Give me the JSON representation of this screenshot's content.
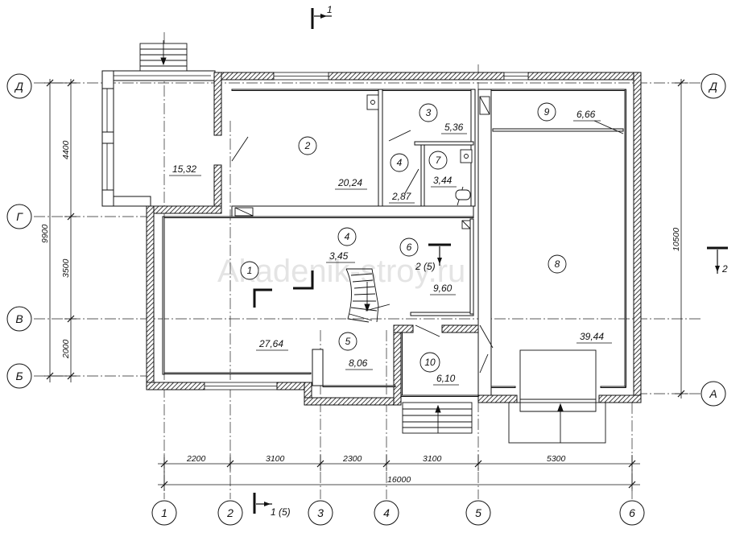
{
  "plan": {
    "watermark": "Akadenik-stroy.ru",
    "section_top": "1",
    "section_right": "2",
    "section_bottom": "1 (5)",
    "section_inner": "2 (5)",
    "horizontal_axes": [
      {
        "id": "axis-d",
        "label": "Д"
      },
      {
        "id": "axis-g",
        "label": "Г"
      },
      {
        "id": "axis-v",
        "label": "В"
      },
      {
        "id": "axis-b",
        "label": "Б"
      },
      {
        "id": "axis-a",
        "label": "А"
      }
    ],
    "vertical_axes": [
      "1",
      "2",
      "3",
      "4",
      "5",
      "6"
    ],
    "dims_bottom": [
      "2200",
      "3100",
      "2300",
      "3100",
      "5300"
    ],
    "dim_total": "16000",
    "dims_left": [
      "4400",
      "3500",
      "2000"
    ],
    "dim_left_total": "9900",
    "dim_right_total": "10500",
    "rooms": [
      {
        "number": "1",
        "area": "27,64"
      },
      {
        "number": "2",
        "area": "20,24"
      },
      {
        "number": "3",
        "area": "5,36"
      },
      {
        "number": "4",
        "area": "2,87"
      },
      {
        "number": "4",
        "area": "3,45"
      },
      {
        "number": "5",
        "area": "8,06"
      },
      {
        "number": "6",
        "area": "9,60"
      },
      {
        "number": "7",
        "area": "3,44"
      },
      {
        "number": "8",
        "area": "39,44"
      },
      {
        "number": "9",
        "area": "6,66"
      },
      {
        "number": "10",
        "area": "6,10"
      }
    ],
    "veranda_area": "15,32"
  }
}
